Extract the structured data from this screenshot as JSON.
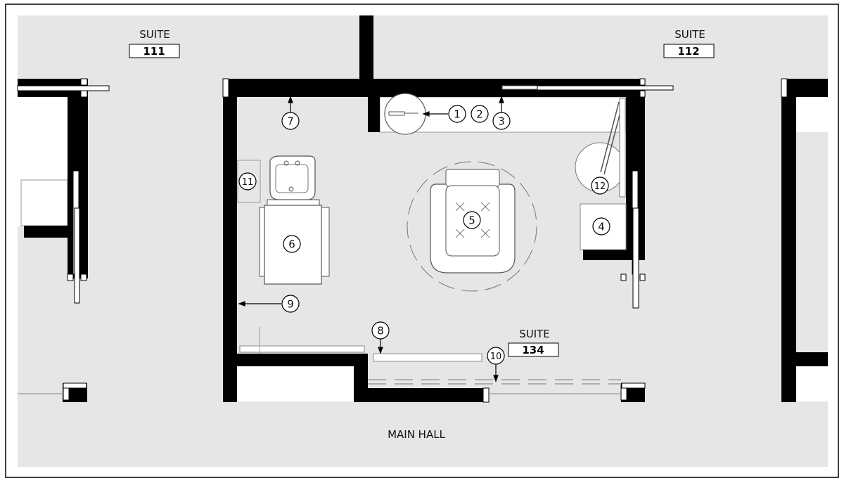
{
  "plan": {
    "main_hall_label": "MAIN HALL",
    "suites": [
      {
        "label": "SUITE",
        "number": "111"
      },
      {
        "label": "SUITE",
        "number": "112"
      },
      {
        "label": "SUITE",
        "number": "134"
      }
    ],
    "callouts": [
      "1",
      "2",
      "3",
      "4",
      "5",
      "6",
      "7",
      "8",
      "9",
      "10",
      "11",
      "12"
    ]
  },
  "colors": {
    "floor": "#e6e6e6",
    "wall": "#000000",
    "room": "#ffffff",
    "fixture_line": "#555555"
  }
}
